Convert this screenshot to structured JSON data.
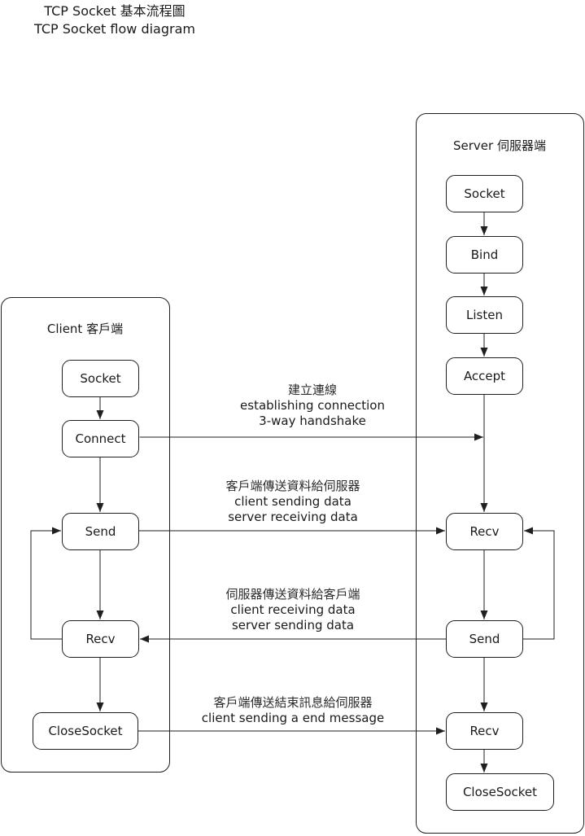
{
  "title": {
    "line1": "TCP Socket 基本流程圖",
    "line2": "TCP Socket flow diagram"
  },
  "client": {
    "header": "Client 客戶端",
    "nodes": {
      "socket": "Socket",
      "connect": "Connect",
      "send": "Send",
      "recv": "Recv",
      "close": "CloseSocket"
    }
  },
  "server": {
    "header": "Server 伺服器端",
    "nodes": {
      "socket": "Socket",
      "bind": "Bind",
      "listen": "Listen",
      "accept": "Accept",
      "recv1": "Recv",
      "send": "Send",
      "recv2": "Recv",
      "close": "CloseSocket"
    }
  },
  "labels": {
    "handshake": {
      "zh": "建立連線",
      "en1": "establishing connection",
      "en2": "3-way handshake"
    },
    "client_to_server": {
      "zh": "客戶端傳送資料給伺服器",
      "en1": "client sending data",
      "en2": "server receiving data"
    },
    "server_to_client": {
      "zh": "伺服器傳送資料給客戶端",
      "en1": "client receiving data",
      "en2": "server sending data"
    },
    "end_message": {
      "zh": "客戶端傳送結束訊息給伺服器",
      "en1": "client sending a end message"
    }
  },
  "colors": {
    "line": "#1f1f1f",
    "text": "#1a1a1a",
    "background": "#ffffff"
  }
}
